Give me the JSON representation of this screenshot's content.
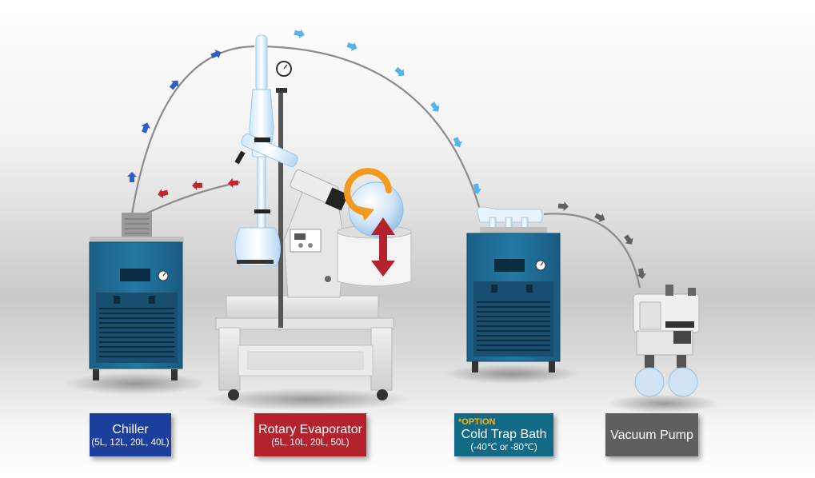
{
  "colors": {
    "chiller": "#1c3e9c",
    "evaporator": "#b4232d",
    "cold_trap": "#136a87",
    "vacuum_pump": "#5f5f5f",
    "option": "#f3b51a",
    "arrow_dark_blue": "#2f5ec4",
    "arrow_light_blue": "#57b3e8",
    "arrow_red": "#c0282e",
    "arrow_gray": "#616161",
    "unit_teal": "#1b6891"
  },
  "icons": [
    "dial-gauge-icon",
    "rotation-arrow-icon",
    "up-down-arrow-icon",
    "flow-arrow-icon"
  ],
  "labels": {
    "chiller": {
      "title": "Chiller",
      "sub": "(5L, 12L, 20L, 40L)"
    },
    "evaporator": {
      "title": "Rotary Evaporator",
      "sub": "(5L, 10L, 20L, 50L)"
    },
    "cold_trap": {
      "option": "*OPTION",
      "title": "Cold Trap Bath",
      "sub": "(-40℃ or -80℃)"
    },
    "vacuum_pump": {
      "title": "Vacuum Pump"
    }
  }
}
